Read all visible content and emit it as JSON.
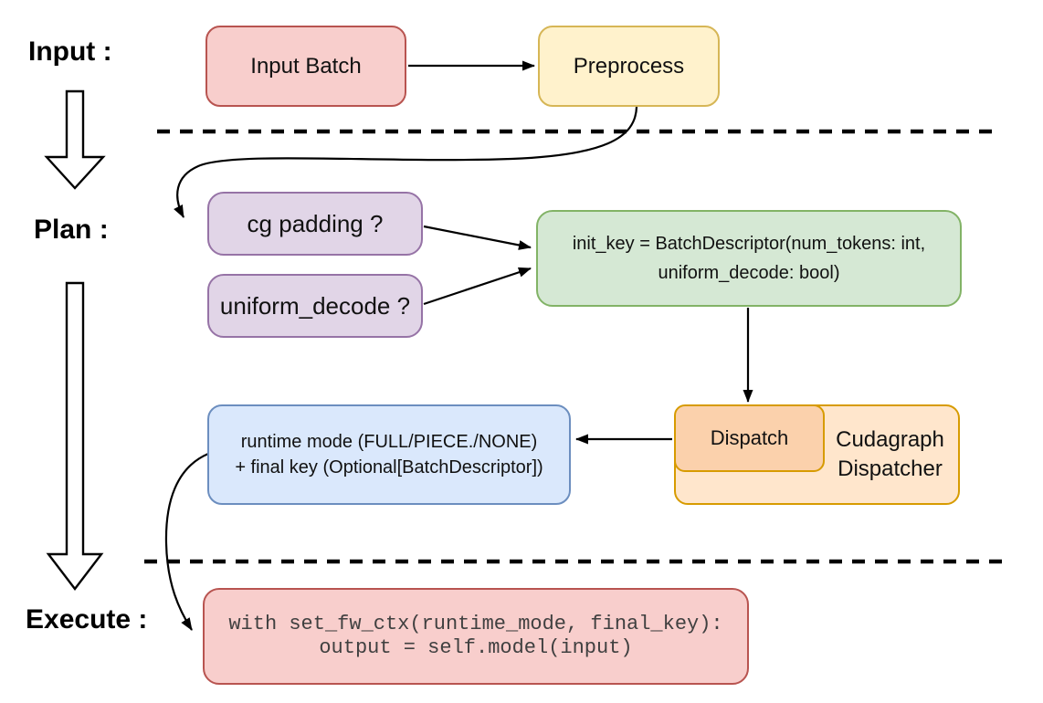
{
  "stages": {
    "input": "Input :",
    "plan": "Plan :",
    "execute": "Execute :"
  },
  "nodes": {
    "input_batch": "Input Batch",
    "preprocess": "Preprocess",
    "cg_padding": "cg padding ?",
    "uniform_decode": "uniform_decode ?",
    "init_key": "init_key = BatchDescriptor(num_tokens: int,\nuniform_decode: bool)",
    "dispatch": "Dispatch",
    "cudagraph_dispatcher": "Cudagraph\nDispatcher",
    "runtime_mode": "runtime mode (FULL/PIECE./NONE)\n+ final key (Optional[BatchDescriptor])",
    "execute_code": "with set_fw_ctx(runtime_mode, final_key):\noutput = self.model(input)"
  },
  "palette": {
    "red_fill": "#F8CECC",
    "red_stroke": "#B85450",
    "yellow_fill": "#FFF2CC",
    "yellow_stroke": "#D6B656",
    "purple_fill": "#E1D5E7",
    "purple_stroke": "#9673A6",
    "green_fill": "#D5E8D4",
    "green_stroke": "#82B366",
    "orange_fill": "#FFE6CC",
    "orange_inner_fill": "#FBD1AC",
    "orange_stroke": "#D79B00",
    "blue_fill": "#DAE8FC",
    "blue_stroke": "#6C8EBF",
    "connector_color": "#000000",
    "code_text_color": "#404040"
  }
}
